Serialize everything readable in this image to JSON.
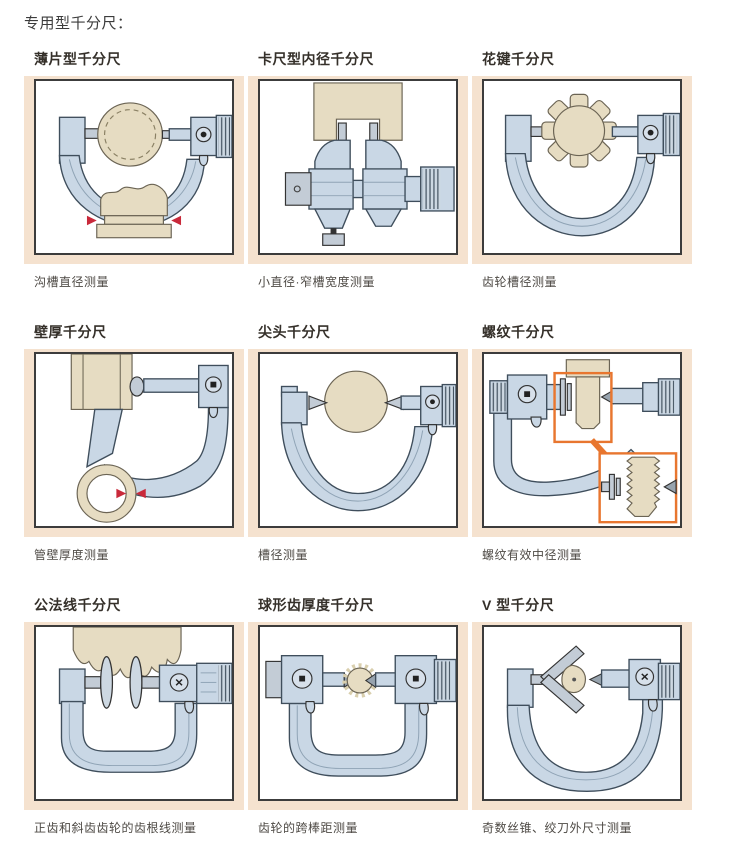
{
  "page": {
    "title": "专用型千分尺："
  },
  "accent": {
    "panel_shadow": "#f5e2cf",
    "frame_blue": "#c9d7e5",
    "workpiece_tan": "#e6dcc2",
    "arrow_red": "#c9293a",
    "highlight_orange": "#e8762f",
    "panel_border": "#3c3c3c"
  },
  "panels": [
    {
      "title": "薄片型千分尺",
      "caption": "沟槽直径测量",
      "illustration": "blade-micrometer"
    },
    {
      "title": "卡尺型内径千分尺",
      "caption": "小直径·窄槽宽度测量",
      "illustration": "caliper-inside-micrometer"
    },
    {
      "title": "花键千分尺",
      "caption": "齿轮槽径测量",
      "illustration": "spline-micrometer"
    },
    {
      "title": "壁厚千分尺",
      "caption": "管壁厚度测量",
      "illustration": "tube-wall-micrometer"
    },
    {
      "title": "尖头千分尺",
      "caption": "槽径测量",
      "illustration": "point-micrometer"
    },
    {
      "title": "螺纹千分尺",
      "caption": "螺纹有效中径测量",
      "illustration": "thread-micrometer"
    },
    {
      "title": "公法线千分尺",
      "caption": "正齿和斜齿齿轮的齿根线测量",
      "illustration": "gear-span-micrometer"
    },
    {
      "title": "球形齿厚度千分尺",
      "caption": "齿轮的跨棒距测量",
      "illustration": "ball-gear-micrometer"
    },
    {
      "title": "V 型千分尺",
      "caption": "奇数丝锥、绞刀外尺寸测量",
      "illustration": "v-anvil-micrometer"
    }
  ]
}
